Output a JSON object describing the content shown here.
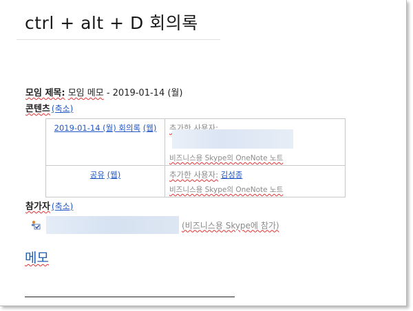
{
  "page": {
    "title": "ctrl + alt + D 회의록"
  },
  "meeting": {
    "label": "모임 제목:",
    "value_prefix": "모임 메모",
    "value_suffix": " - 2019-01-14 (월)"
  },
  "contents": {
    "heading": "콘텐츠",
    "collapse_link": "(축소)",
    "rows": [
      {
        "link_text": "2019-01-14 (월) 회의록",
        "link_extra": "(웹)",
        "added_by_label": "추가한 사용자:",
        "added_by_value": "",
        "source": "비즈니스용 Skype의 OneNote 노트"
      },
      {
        "link_text": "공유",
        "link_extra": "(웹)",
        "added_by_label": "추가한 사용자:",
        "added_by_value": "김성종",
        "source": "비즈니스용 Skype의 OneNote 노트"
      }
    ]
  },
  "attendees": {
    "heading": "참가자",
    "collapse_link": "(축소)",
    "items": [
      {
        "name": "",
        "note": "(비즈니스용 Skype에 참가)",
        "icon": "person-check-icon"
      }
    ]
  },
  "notes": {
    "heading": "메모"
  },
  "colors": {
    "link": "#1f56c4",
    "heading_blue": "#1f5fb0",
    "muted": "#8a8a8a",
    "redaction": "#dbe6f3"
  }
}
